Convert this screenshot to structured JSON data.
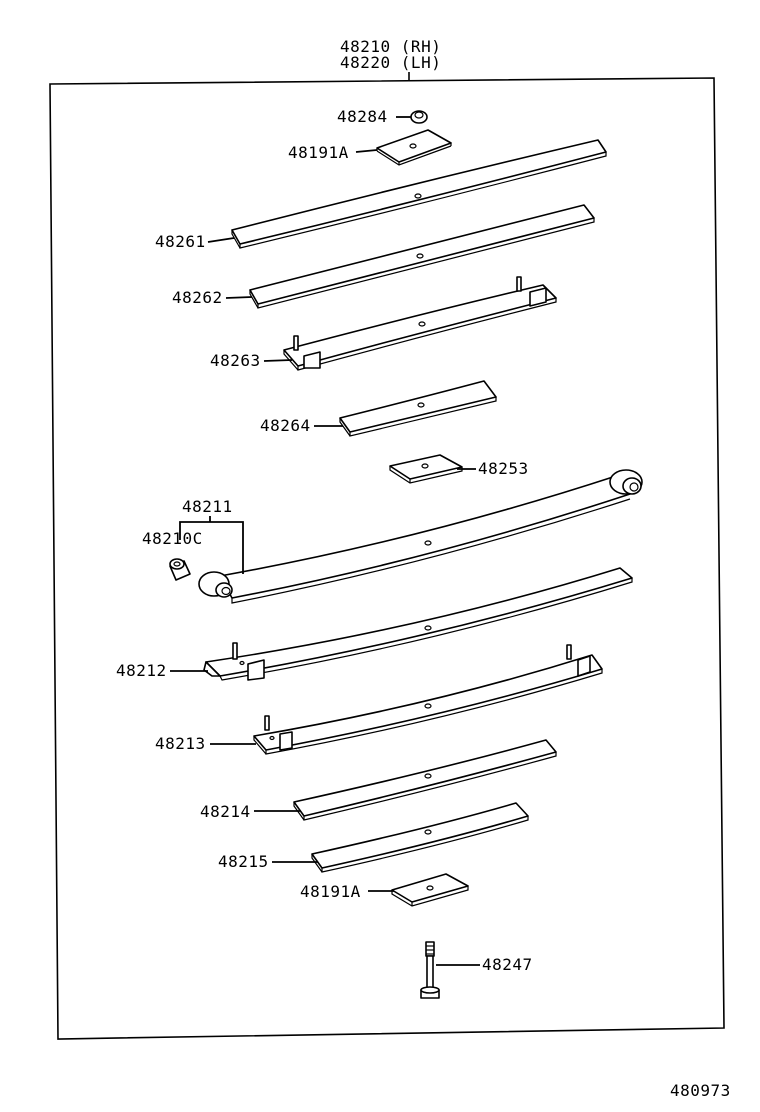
{
  "header": {
    "assembly_rh": "48210 (RH)",
    "assembly_lh": "48220 (LH)"
  },
  "labels": {
    "nut": "48284",
    "pad_top": "48191A",
    "leaf_48261": "48261",
    "leaf_48262": "48262",
    "leaf_48263": "48263",
    "leaf_48264": "48264",
    "spacer_48253": "48253",
    "main_leaf": "48211",
    "bushing": "48210C",
    "leaf_48212": "48212",
    "leaf_48213": "48213",
    "leaf_48214": "48214",
    "leaf_48215": "48215",
    "pad_bottom": "48191A",
    "center_bolt": "48247"
  },
  "footer": {
    "diagram_number": "480973"
  }
}
